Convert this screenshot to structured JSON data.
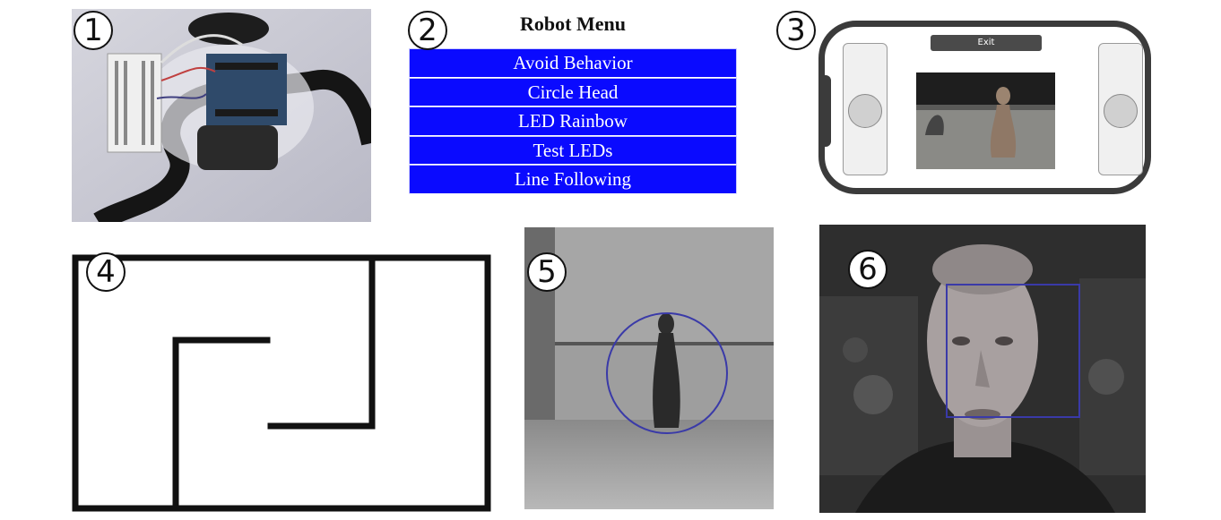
{
  "badges": [
    "1",
    "2",
    "3",
    "4",
    "5",
    "6"
  ],
  "menu": {
    "title": "Robot Menu",
    "items": [
      "Avoid Behavior",
      "Circle Head",
      "LED Rainbow",
      "Test LEDs",
      "Line Following"
    ],
    "item_color": "#0a0aff"
  },
  "controller": {
    "exit_label": "Exit",
    "left_joystick_icon": "joystick-icon",
    "right_joystick_icon": "joystick-icon"
  },
  "colors": {
    "maze_line": "#111111",
    "tracking_outline": "#3a3aa8",
    "phone_frame": "#3b3b3b"
  }
}
